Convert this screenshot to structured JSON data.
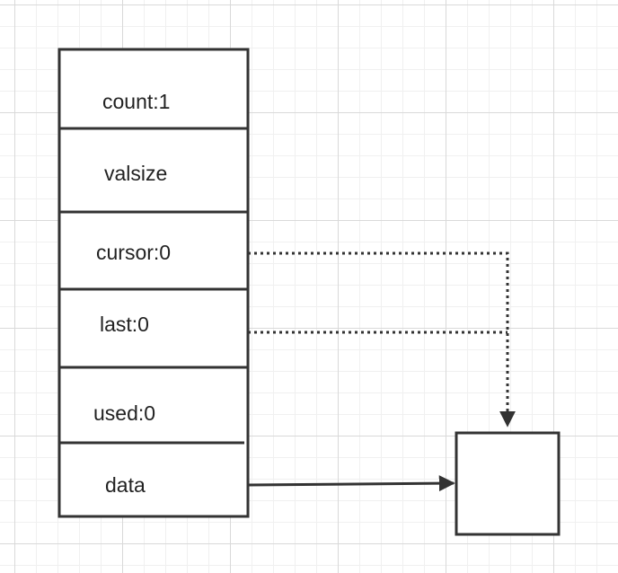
{
  "struct": {
    "fields": [
      {
        "key": "count",
        "label": "count:1"
      },
      {
        "key": "valsize",
        "label": "valsize"
      },
      {
        "key": "cursor",
        "label": "cursor:0"
      },
      {
        "key": "last",
        "label": "last:0"
      },
      {
        "key": "used",
        "label": "used:0"
      },
      {
        "key": "data",
        "label": "data"
      }
    ]
  },
  "colors": {
    "stroke": "#333333",
    "text": "#222222",
    "grid_major": "#d9d9d9",
    "grid_minor": "#f0f0f0"
  }
}
